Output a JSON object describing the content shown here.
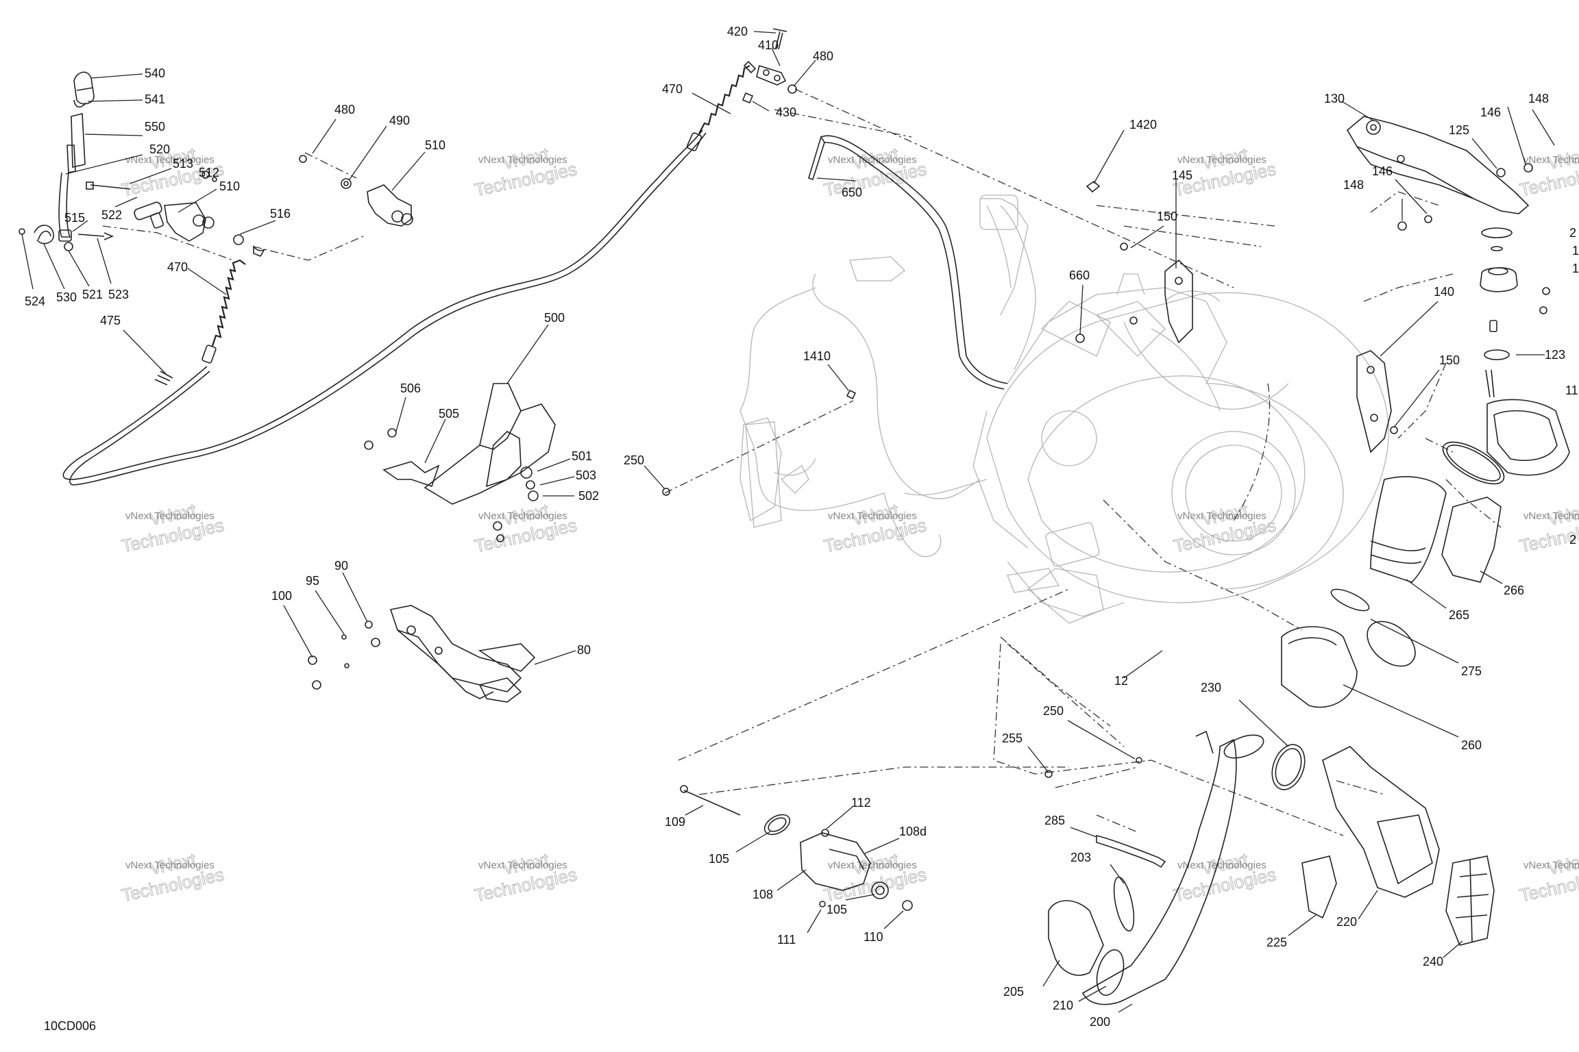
{
  "drawing_code": "10CD006",
  "watermark": {
    "line1": "vNext",
    "line2": "Technologies",
    "small": "vNext Technologies"
  },
  "callouts": [
    {
      "id": "c540",
      "text": "540"
    },
    {
      "id": "c541",
      "text": "541"
    },
    {
      "id": "c550",
      "text": "550"
    },
    {
      "id": "c520",
      "text": "520"
    },
    {
      "id": "c513",
      "text": "513"
    },
    {
      "id": "c512",
      "text": "512"
    },
    {
      "id": "c510a",
      "text": "510"
    },
    {
      "id": "c515",
      "text": "515"
    },
    {
      "id": "c522",
      "text": "522"
    },
    {
      "id": "c524",
      "text": "524"
    },
    {
      "id": "c530",
      "text": "530"
    },
    {
      "id": "c521",
      "text": "521"
    },
    {
      "id": "c523",
      "text": "523"
    },
    {
      "id": "c470a",
      "text": "470"
    },
    {
      "id": "c516",
      "text": "516"
    },
    {
      "id": "c475",
      "text": "475"
    },
    {
      "id": "c480a",
      "text": "480"
    },
    {
      "id": "c490",
      "text": "490"
    },
    {
      "id": "c510b",
      "text": "510"
    },
    {
      "id": "c420",
      "text": "420"
    },
    {
      "id": "c410",
      "text": "410"
    },
    {
      "id": "c480b",
      "text": "480"
    },
    {
      "id": "c470b",
      "text": "470"
    },
    {
      "id": "c430",
      "text": "430"
    },
    {
      "id": "c650",
      "text": "650"
    },
    {
      "id": "c500",
      "text": "500"
    },
    {
      "id": "c506",
      "text": "506"
    },
    {
      "id": "c505",
      "text": "505"
    },
    {
      "id": "c501",
      "text": "501"
    },
    {
      "id": "c503",
      "text": "503"
    },
    {
      "id": "c502",
      "text": "502"
    },
    {
      "id": "c90",
      "text": "90"
    },
    {
      "id": "c95",
      "text": "95"
    },
    {
      "id": "c100",
      "text": "100"
    },
    {
      "id": "c80",
      "text": "80"
    },
    {
      "id": "c1410",
      "text": "1410"
    },
    {
      "id": "c250a",
      "text": "250"
    },
    {
      "id": "c1420",
      "text": "1420"
    },
    {
      "id": "c145",
      "text": "145"
    },
    {
      "id": "c150a",
      "text": "150"
    },
    {
      "id": "c660",
      "text": "660"
    },
    {
      "id": "c12",
      "text": "12"
    },
    {
      "id": "c130",
      "text": "130"
    },
    {
      "id": "c125",
      "text": "125"
    },
    {
      "id": "c146a",
      "text": "146"
    },
    {
      "id": "c148a",
      "text": "148"
    },
    {
      "id": "c146b",
      "text": "146"
    },
    {
      "id": "c148b",
      "text": "148"
    },
    {
      "id": "c140",
      "text": "140"
    },
    {
      "id": "c150b",
      "text": "150"
    },
    {
      "id": "c123",
      "text": "123"
    },
    {
      "id": "c265",
      "text": "265"
    },
    {
      "id": "c266",
      "text": "266"
    },
    {
      "id": "c275",
      "text": "275"
    },
    {
      "id": "c260",
      "text": "260"
    },
    {
      "id": "c230",
      "text": "230"
    },
    {
      "id": "c250b",
      "text": "250"
    },
    {
      "id": "c255",
      "text": "255"
    },
    {
      "id": "c285",
      "text": "285"
    },
    {
      "id": "c203",
      "text": "203"
    },
    {
      "id": "c205",
      "text": "205"
    },
    {
      "id": "c210",
      "text": "210"
    },
    {
      "id": "c200",
      "text": "200"
    },
    {
      "id": "c225",
      "text": "225"
    },
    {
      "id": "c220",
      "text": "220"
    },
    {
      "id": "c240",
      "text": "240"
    },
    {
      "id": "c109",
      "text": "109"
    },
    {
      "id": "c112",
      "text": "112"
    },
    {
      "id": "c108d",
      "text": "108d"
    },
    {
      "id": "c105a",
      "text": "105"
    },
    {
      "id": "c108",
      "text": "108"
    },
    {
      "id": "c105b",
      "text": "105"
    },
    {
      "id": "c111",
      "text": "111"
    },
    {
      "id": "c110",
      "text": "110"
    },
    {
      "id": "cr1",
      "text": "1"
    },
    {
      "id": "cr2",
      "text": "1"
    },
    {
      "id": "cr3",
      "text": "11"
    },
    {
      "id": "cr4",
      "text": "2"
    },
    {
      "id": "cr5",
      "text": "2"
    }
  ]
}
